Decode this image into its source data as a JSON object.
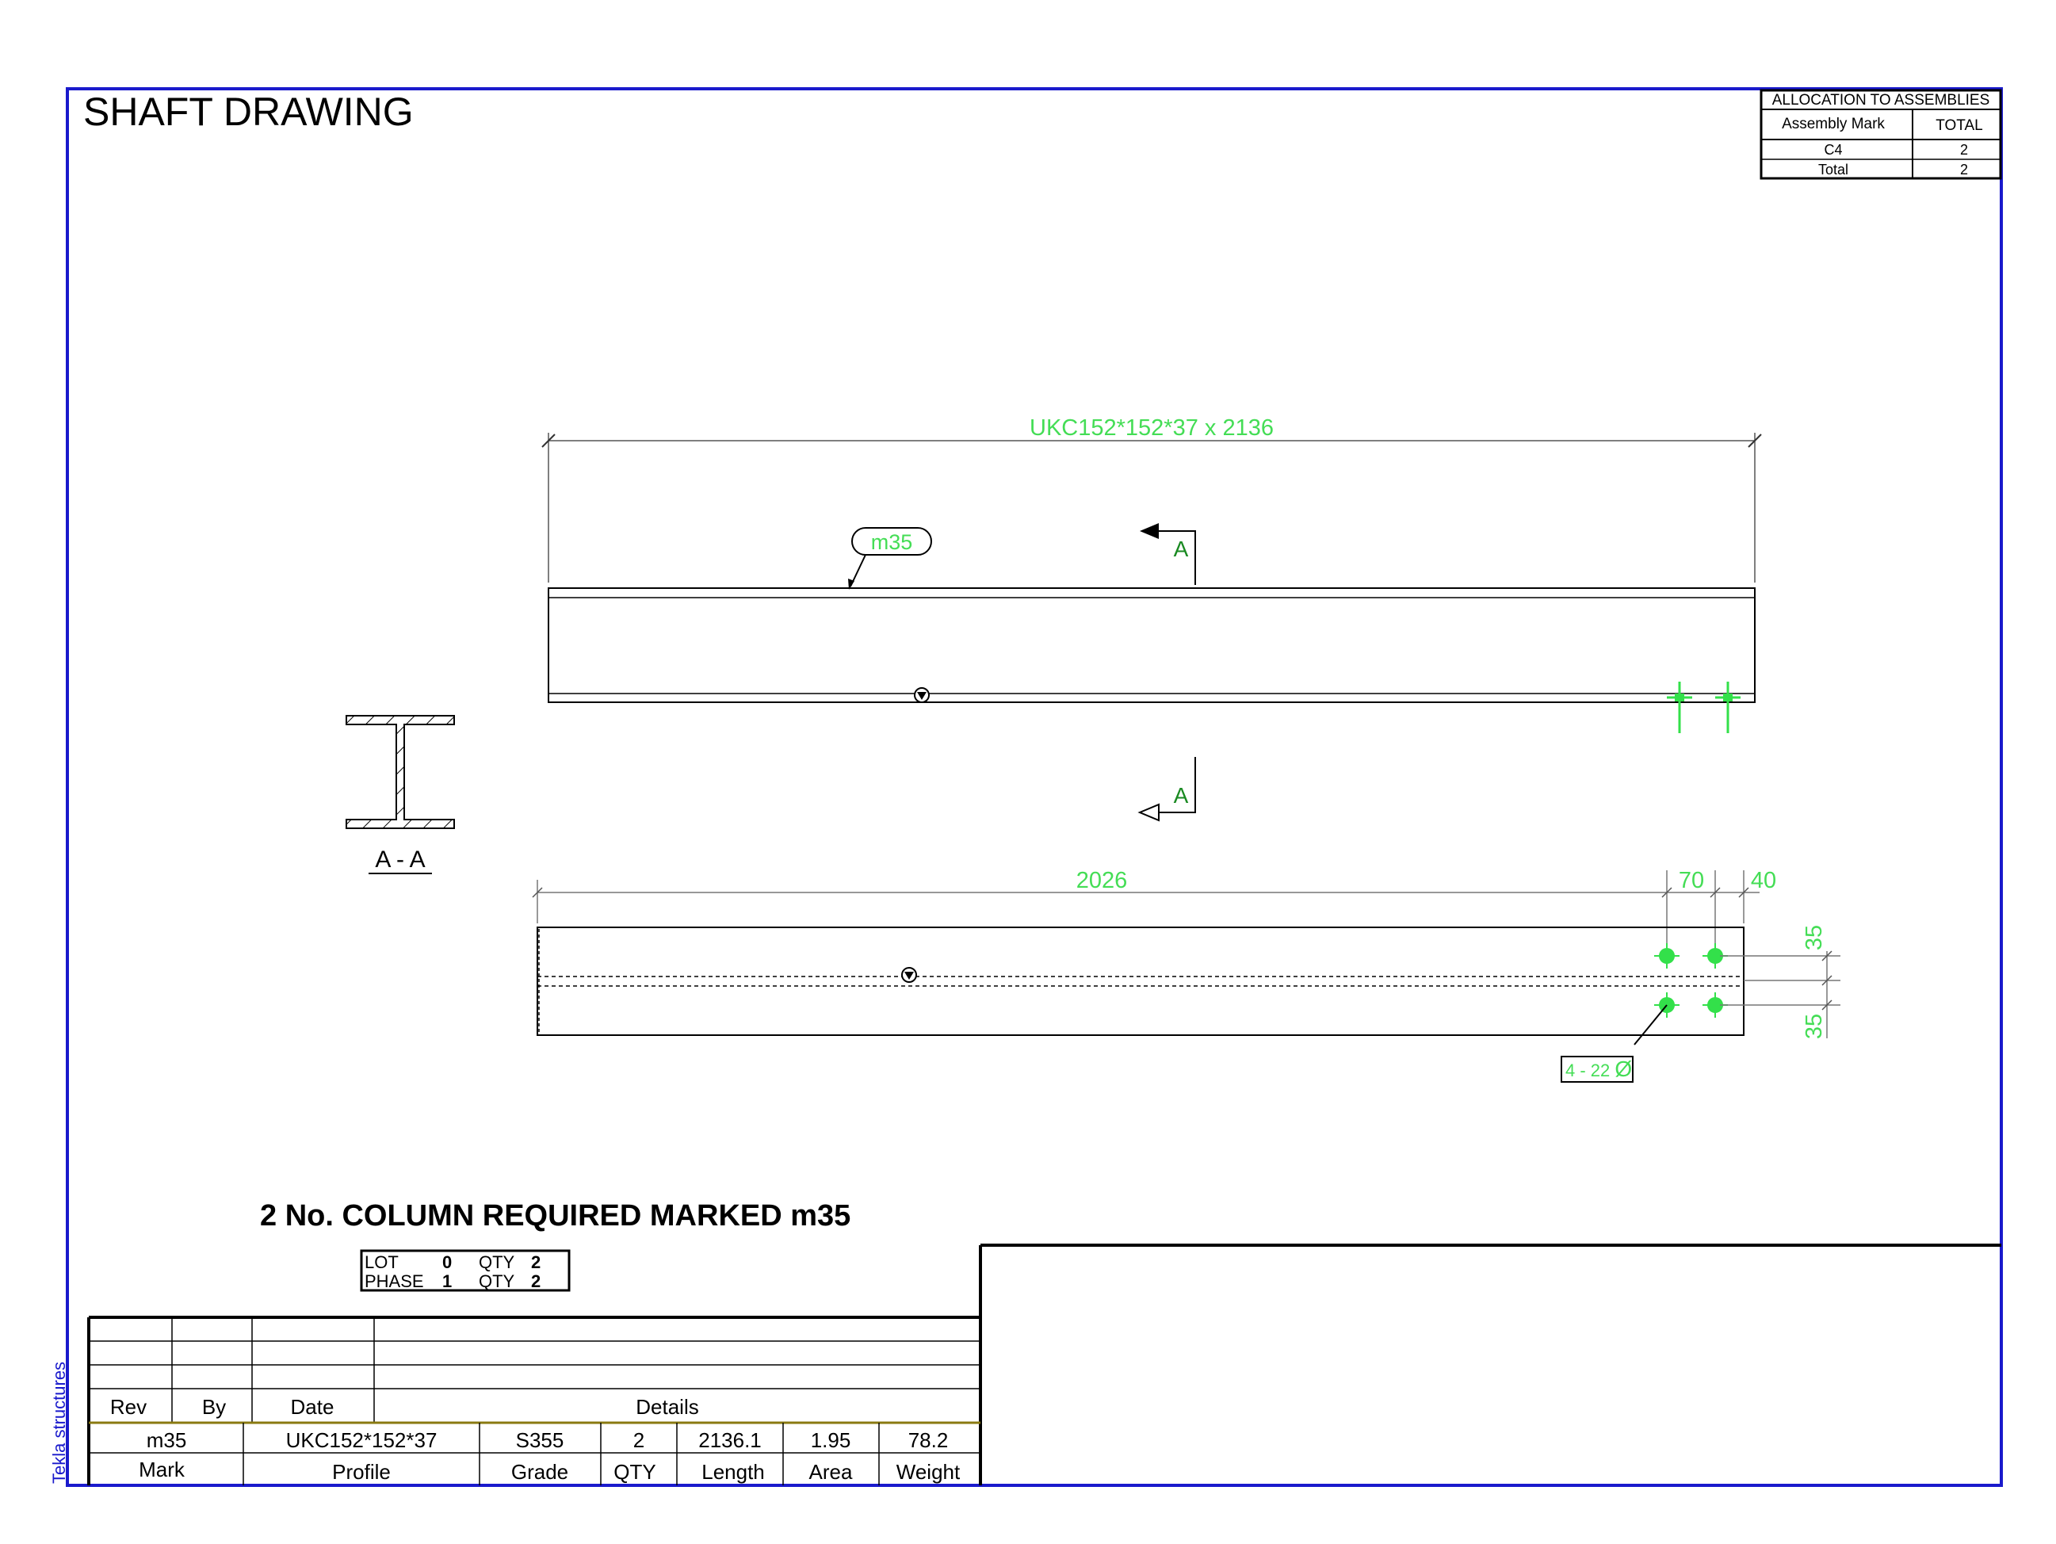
{
  "title": "SHAFT DRAWING",
  "side_label": "Tekla structures",
  "colors": {
    "border": "#1a1acc",
    "dim_green": "#44dd55",
    "label_green": "#1a8a22",
    "olive": "#8a7a10",
    "hole_fill": "#33e04a"
  },
  "allocation": {
    "title": "ALLOCATION TO ASSEMBLIES",
    "col_mark": "Assembly Mark",
    "col_total": "TOTAL",
    "rows": [
      {
        "mark": "C4",
        "total": "2"
      },
      {
        "mark": "Total",
        "total": "2"
      }
    ]
  },
  "top_view": {
    "overall_dim": "UKC152*152*37 x 2136",
    "part_mark": "m35",
    "section_mark_top": "A",
    "section_mark_bottom": "A"
  },
  "section": {
    "label": "A - A"
  },
  "bottom_view": {
    "dim_main": "2026",
    "dim_70": "70",
    "dim_40": "40",
    "dim_35_upper": "35",
    "dim_35_lower": "35",
    "hole_note_prefix": "4 - 22",
    "hole_note_symbol": "Ø"
  },
  "heading": "2 No. COLUMN REQUIRED MARKED m35",
  "lot_box": {
    "lot_label": "LOT",
    "lot_value": "0",
    "qty_label_1": "QTY",
    "qty_value_1": "2",
    "phase_label": "PHASE",
    "phase_value": "1",
    "qty_label_2": "QTY",
    "qty_value_2": "2"
  },
  "revision": {
    "rev": "Rev",
    "by": "By",
    "date": "Date",
    "details": "Details"
  },
  "part_table": {
    "headers": [
      "Mark",
      "Profile",
      "Grade",
      "QTY",
      "Length",
      "Area",
      "Weight"
    ],
    "values": [
      "m35",
      "UKC152*152*37",
      "S355",
      "2",
      "2136.1",
      "1.95",
      "78.2"
    ]
  }
}
